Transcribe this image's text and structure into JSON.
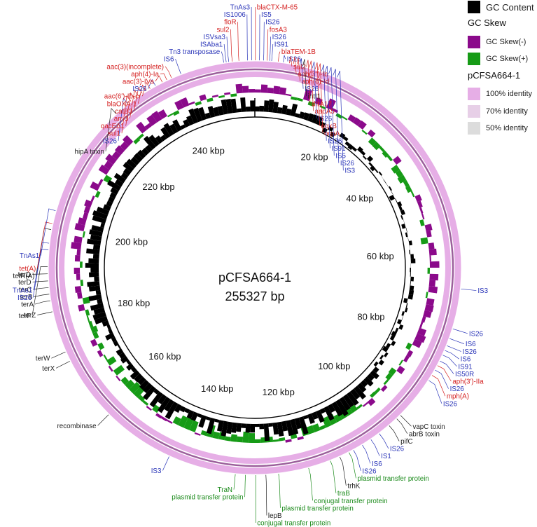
{
  "plasmid": {
    "name": "pCFSA664-1",
    "length_text": "255327 bp",
    "length_bp": 255327
  },
  "colors": {
    "gc_content": "#000000",
    "skew_neg": "#8b0a8b",
    "skew_pos": "#169b16",
    "ring_100": "#e6aee6",
    "ring_70": "#e7c9e7",
    "ring_50": "#dcdcdc",
    "blue": "#2a35b8",
    "red": "#d42020",
    "black": "#222222",
    "green": "#1a8a1a"
  },
  "legend": {
    "gc_content": "GC Content",
    "gc_skew_title": "GC Skew",
    "skew_neg": "GC Skew(-)",
    "skew_pos": "GC Skew(+)",
    "identity_title": "pCFSA664-1",
    "id100": "100% identity",
    "id70": "70% identity",
    "id50": "50% identity"
  },
  "ticks": [
    "20 kbp",
    "40 kbp",
    "60 kbp",
    "80 kbp",
    "100 kbp",
    "120 kbp",
    "140 kbp",
    "160 kbp",
    "180 kbp",
    "200 kbp",
    "220 kbp",
    "240 kbp"
  ],
  "features": [
    {
      "label": "ISVsa3",
      "pos": 250200,
      "c": "blue"
    },
    {
      "label": "sul2",
      "pos": 250900,
      "c": "red"
    },
    {
      "label": "ISAba1",
      "pos": 249700,
      "c": "blue"
    },
    {
      "label": "Tn3 transposase",
      "pos": 249200,
      "c": "blue"
    },
    {
      "label": "floR",
      "pos": 252200,
      "c": "red"
    },
    {
      "label": "IS1006",
      "pos": 253900,
      "c": "blue"
    },
    {
      "label": "TnAs3",
      "pos": 254700,
      "c": "blue"
    },
    {
      "label": "blaCTX-M-65",
      "pos": 100,
      "c": "red"
    },
    {
      "label": "IS5",
      "pos": 900,
      "c": "blue"
    },
    {
      "label": "IS26",
      "pos": 1700,
      "c": "blue"
    },
    {
      "label": "fosA3",
      "pos": 2400,
      "c": "red"
    },
    {
      "label": "IS26",
      "pos": 2900,
      "c": "blue"
    },
    {
      "label": "IS91",
      "pos": 3300,
      "c": "blue"
    },
    {
      "label": "blaTEM-1B",
      "pos": 4600,
      "c": "red"
    },
    {
      "label": "IS26",
      "pos": 5600,
      "c": "blue"
    },
    {
      "label": "sul2",
      "pos": 6800,
      "c": "red"
    },
    {
      "label": "aph(3'')-Ib",
      "pos": 7600,
      "c": "red"
    },
    {
      "label": "aph(6)-Id",
      "pos": 8300,
      "c": "red"
    },
    {
      "label": "IS26",
      "pos": 8900,
      "c": "blue"
    },
    {
      "label": "intI1",
      "pos": 9500,
      "c": "black"
    },
    {
      "label": "dfrA17",
      "pos": 10200,
      "c": "red"
    },
    {
      "label": "aadA5",
      "pos": 10800,
      "c": "red"
    },
    {
      "label": "IS26",
      "pos": 11400,
      "c": "blue"
    },
    {
      "label": "oqxB",
      "pos": 12000,
      "c": "red"
    },
    {
      "label": "oqxA",
      "pos": 12600,
      "c": "red"
    },
    {
      "label": "IS26",
      "pos": 13300,
      "c": "blue"
    },
    {
      "label": "IS91",
      "pos": 14000,
      "c": "blue"
    },
    {
      "label": "IS5",
      "pos": 14800,
      "c": "blue"
    },
    {
      "label": "IS26",
      "pos": 15700,
      "c": "blue"
    },
    {
      "label": "IS3",
      "pos": 16600,
      "c": "blue"
    },
    {
      "label": "IS3",
      "pos": 68000,
      "c": "blue"
    },
    {
      "label": "IS26",
      "pos": 76000,
      "c": "blue"
    },
    {
      "label": "IS6",
      "pos": 78000,
      "c": "blue"
    },
    {
      "label": "IS26",
      "pos": 79500,
      "c": "blue"
    },
    {
      "label": "IS6",
      "pos": 80500,
      "c": "blue"
    },
    {
      "label": "IS91",
      "pos": 81500,
      "c": "blue"
    },
    {
      "label": "IS50R",
      "pos": 82800,
      "c": "blue"
    },
    {
      "label": "aph(3')-IIa",
      "pos": 83800,
      "c": "red"
    },
    {
      "label": "IS26",
      "pos": 84800,
      "c": "blue"
    },
    {
      "label": "mph(A)",
      "pos": 86000,
      "c": "red"
    },
    {
      "label": "IS26",
      "pos": 87200,
      "c": "blue"
    },
    {
      "label": "vapC toxin",
      "pos": 96000,
      "c": "black"
    },
    {
      "label": "abrB toxin",
      "pos": 97000,
      "c": "black"
    },
    {
      "label": "pifC",
      "pos": 99000,
      "c": "black"
    },
    {
      "label": "IS26",
      "pos": 101500,
      "c": "blue"
    },
    {
      "label": "IS1",
      "pos": 103500,
      "c": "blue"
    },
    {
      "label": "IS6",
      "pos": 105500,
      "c": "blue"
    },
    {
      "label": "IS26",
      "pos": 107500,
      "c": "blue"
    },
    {
      "label": "plasmid transfer protein",
      "pos": 108500,
      "c": "green"
    },
    {
      "label": "trhK",
      "pos": 110500,
      "c": "black"
    },
    {
      "label": "traB",
      "pos": 112500,
      "c": "green"
    },
    {
      "label": "conjugal transfer protein",
      "pos": 117000,
      "c": "green"
    },
    {
      "label": "plasmid transfer protein",
      "pos": 123000,
      "c": "green"
    },
    {
      "label": "lepB",
      "pos": 125500,
      "c": "black"
    },
    {
      "label": "conjugal transfer protein",
      "pos": 127500,
      "c": "green"
    },
    {
      "label": "plasmid transfer protein",
      "pos": 129500,
      "c": "green"
    },
    {
      "label": "TraN",
      "pos": 131500,
      "c": "green"
    },
    {
      "label": "IS3",
      "pos": 145000,
      "c": "blue"
    },
    {
      "label": "recombinase",
      "pos": 159500,
      "c": "black"
    },
    {
      "label": "terX",
      "pos": 172500,
      "c": "black"
    },
    {
      "label": "terW",
      "pos": 174500,
      "c": "black"
    },
    {
      "label": "terZ",
      "pos": 182800,
      "c": "black"
    },
    {
      "label": "terA",
      "pos": 185000,
      "c": "black"
    },
    {
      "label": "terB",
      "pos": 186300,
      "c": "black"
    },
    {
      "label": "terC",
      "pos": 187600,
      "c": "black"
    },
    {
      "label": "terD",
      "pos": 188900,
      "c": "black"
    },
    {
      "label": "terD",
      "pos": 190300,
      "c": "black"
    },
    {
      "label": "terF",
      "pos": 191700,
      "c": "black"
    },
    {
      "label": "IS26",
      "pos": 195000,
      "c": "blue"
    },
    {
      "label": "TnAs1",
      "pos": 196300,
      "c": "blue"
    },
    {
      "label": "tetR(A)",
      "pos": 199000,
      "c": "black"
    },
    {
      "label": "tet(A)",
      "pos": 200200,
      "c": "red"
    },
    {
      "label": "TnAs1",
      "pos": 202800,
      "c": "blue"
    },
    {
      "label": "hipA toxin",
      "pos": 225500,
      "c": "black"
    },
    {
      "label": "IS26",
      "pos": 228500,
      "c": "blue"
    },
    {
      "label": "sul1",
      "pos": 229300,
      "c": "red"
    },
    {
      "label": "qacE∆1",
      "pos": 230200,
      "c": "red"
    },
    {
      "label": "arr-3",
      "pos": 231100,
      "c": "red"
    },
    {
      "label": "catB3",
      "pos": 232000,
      "c": "red"
    },
    {
      "label": "blaOXA-1",
      "pos": 232900,
      "c": "red"
    },
    {
      "label": "aac(6')-Ib-cr",
      "pos": 233800,
      "c": "red"
    },
    {
      "label": "IS26",
      "pos": 235000,
      "c": "blue"
    },
    {
      "label": "aac(3)-IVa",
      "pos": 236500,
      "c": "red"
    },
    {
      "label": "aph(4)-Ia",
      "pos": 237500,
      "c": "red"
    },
    {
      "label": "aac(3)(incomplete)",
      "pos": 238500,
      "c": "red"
    },
    {
      "label": "IS6",
      "pos": 240500,
      "c": "blue"
    }
  ]
}
